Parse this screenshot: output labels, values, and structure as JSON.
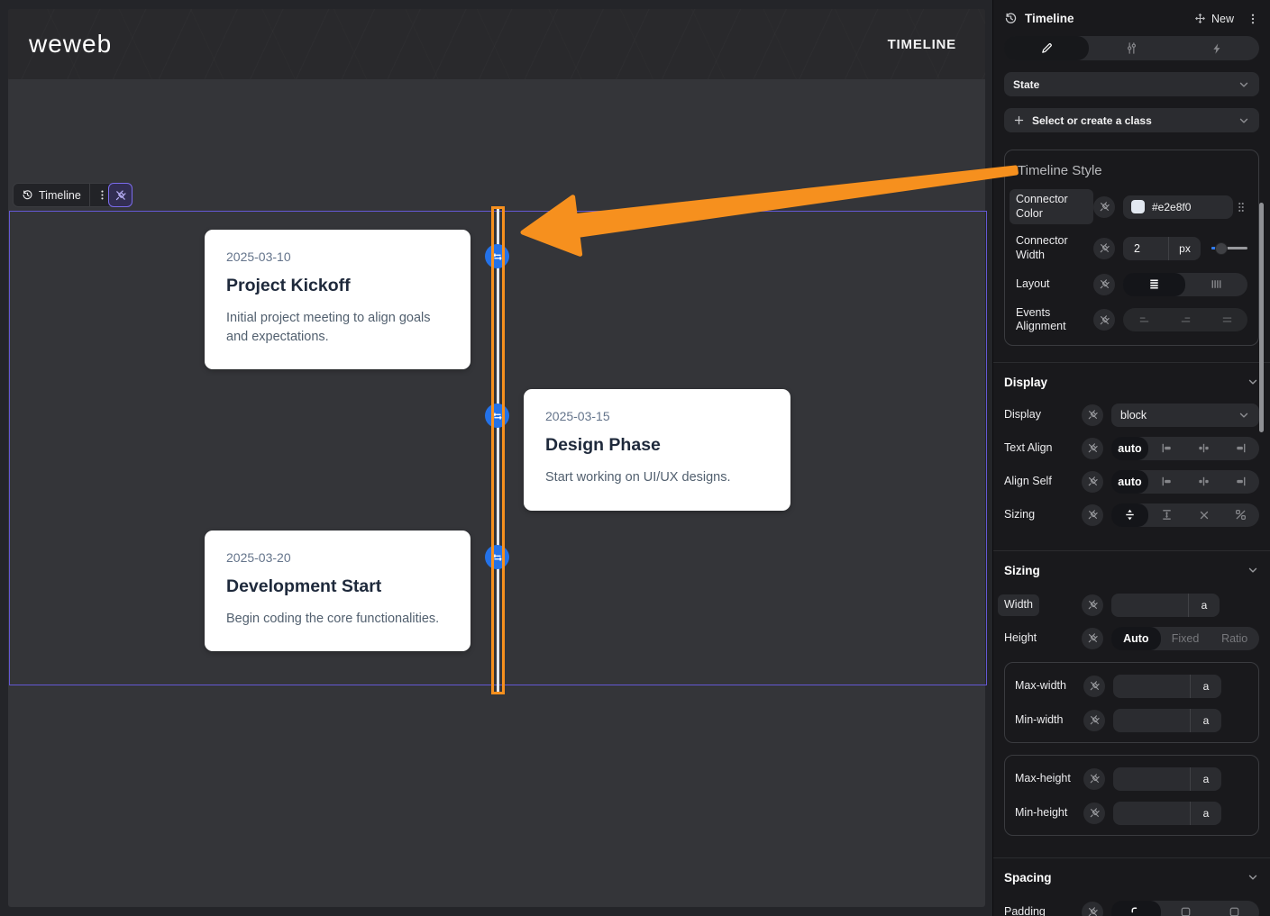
{
  "colors": {
    "accent_orange": "#f6901e",
    "node_blue": "#2472e8",
    "connector": "#e2e8f0",
    "selection_purple": "#6458d4"
  },
  "canvas": {
    "site_header": {
      "logo": "weweb",
      "nav": "TIMELINE"
    },
    "selection": {
      "badge_label": "Timeline"
    },
    "timeline": {
      "events": [
        {
          "date": "2025-03-10",
          "title": "Project Kickoff",
          "description": "Initial project meeting to align goals and expectations."
        },
        {
          "date": "2025-03-15",
          "title": "Design Phase",
          "description": "Start working on UI/UX designs."
        },
        {
          "date": "2025-03-20",
          "title": "Development Start",
          "description": "Begin coding the core functionalities."
        }
      ]
    }
  },
  "panel": {
    "header": {
      "title": "Timeline",
      "new_label": "New"
    },
    "state_label": "State",
    "class_placeholder": "Select or create a class",
    "style_section": {
      "title": "Timeline Style",
      "connector_color": {
        "label": "Connector Color",
        "value": "#e2e8f0"
      },
      "connector_width": {
        "label": "Connector Width",
        "value": "2",
        "unit": "px"
      },
      "layout_label": "Layout",
      "events_alignment_label": "Events Alignment"
    },
    "display_section": {
      "title": "Display",
      "display": {
        "label": "Display",
        "value": "block"
      },
      "text_align": {
        "label": "Text Align",
        "auto": "auto"
      },
      "align_self": {
        "label": "Align Self",
        "auto": "auto"
      },
      "sizing_label": "Sizing"
    },
    "sizing_section": {
      "title": "Sizing",
      "width_label": "Width",
      "height": {
        "label": "Height",
        "options": [
          "Auto",
          "Fixed",
          "Ratio"
        ]
      },
      "max_width_label": "Max-width",
      "min_width_label": "Min-width",
      "max_height_label": "Max-height",
      "min_height_label": "Min-height",
      "unit": "a"
    },
    "spacing_section": {
      "title": "Spacing",
      "padding_label": "Padding"
    }
  }
}
